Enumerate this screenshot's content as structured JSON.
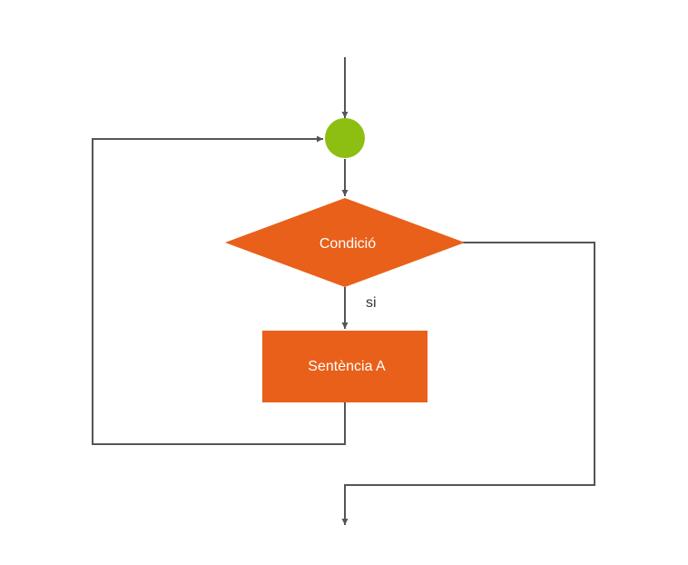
{
  "diagram": {
    "nodes": {
      "join_point": {
        "shape": "circle",
        "color": "#8dbe12"
      },
      "condition": {
        "shape": "diamond",
        "label": "Condició",
        "color": "#e8601a"
      },
      "statement": {
        "shape": "rectangle",
        "label": "Sentència A",
        "color": "#e8601a"
      }
    },
    "edges": {
      "true_branch_label": "si"
    },
    "line_color": "#555555"
  }
}
